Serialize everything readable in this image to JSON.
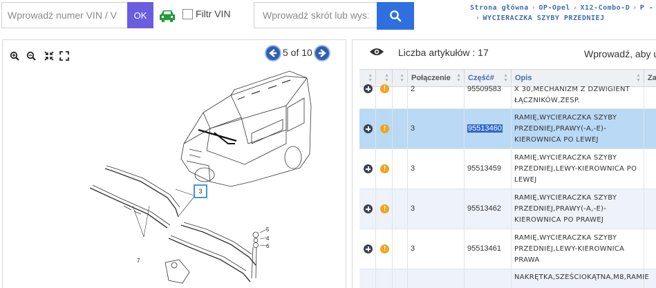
{
  "search": {
    "vin_placeholder": "Wprowadź numer VIN / V",
    "ok_label": "OK",
    "filter_vin_label": "Filtr VIN",
    "short_placeholder": "Wprowadź skrót lub wys:"
  },
  "breadcrumb": {
    "items": [
      "Strona główna",
      "OP-Opel",
      "X12-Combo-D",
      "P -",
      "WYCIERACZKA SZYBY PRZEDNIEJ"
    ]
  },
  "diagram": {
    "page_indicator": "5 of 10",
    "callout_selected": "3",
    "labels": [
      "5",
      "4",
      "6",
      "7"
    ]
  },
  "parts": {
    "count_label": "Liczba artykułów : 17",
    "prompt_label": "Wprowadź, aby us",
    "columns": [
      "Połączenie",
      "Część#",
      "Opis",
      "Za"
    ],
    "rows": [
      {
        "connection": "2",
        "part": "95509583",
        "desc_lines": [
          "X 30,MECHANIZM Z DZWIGIENT",
          "ŁĄCZNIKÓW,ZESP."
        ]
      },
      {
        "connection": "3",
        "part": "95513460",
        "desc_lines": [
          "RAMIĘ,WYCIERACZKA SZYBY",
          "PRZEDNIEJ,PRAWY(-A,-E)-",
          "KIEROWNICA PO LEWEJ"
        ]
      },
      {
        "connection": "3",
        "part": "95513459",
        "desc_lines": [
          "RAMIĘ,WYCIERACZKA SZYBY",
          "PRZEDNIEJ,LEWY-KIEROWNICA PO",
          "LEWEJ"
        ]
      },
      {
        "connection": "3",
        "part": "95513462",
        "desc_lines": [
          "RAMIĘ,WYCIERACZKA SZYBY",
          "PRZEDNIEJ,PRAWY(-A,-E)-",
          "KIEROWNICA PO PRAWEJ"
        ]
      },
      {
        "connection": "3",
        "part": "95513461",
        "desc_lines": [
          "RAMIĘ,WYCIERACZKA SZYBY",
          "PRZEDNIEJ,LEWY-KIEROWNICA",
          "PRAWA"
        ]
      },
      {
        "connection": "",
        "part": "",
        "desc_lines": [
          "NAKRĘTKA,SZEŚCIOKĄTNA,M8,RAMIE"
        ]
      }
    ]
  },
  "colors": {
    "ok_button": "#6a5de0",
    "search_button": "#2f6fe0",
    "car_icon": "#1f9d3a",
    "selected_row": "#b9d9f5",
    "callout_border": "#3a9ad9",
    "warning": "#f2a41f"
  }
}
